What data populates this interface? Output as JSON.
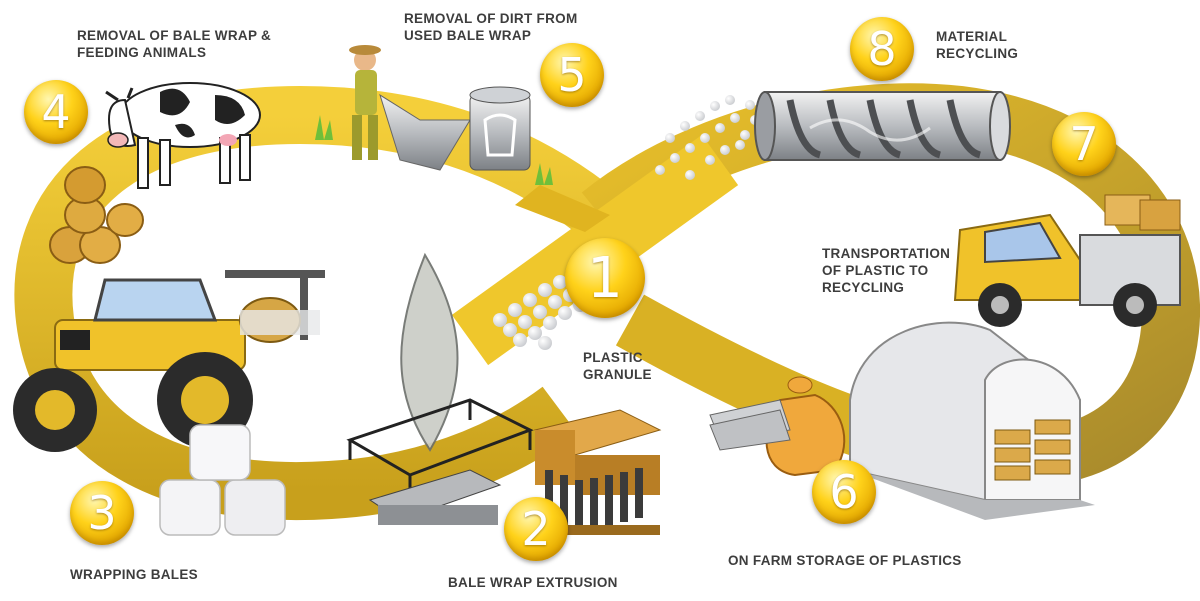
{
  "steps": [
    {
      "number": "1",
      "label": [
        "PLASTIC",
        "GRANULE"
      ]
    },
    {
      "number": "2",
      "label": [
        "BALE WRAP EXTRUSION"
      ]
    },
    {
      "number": "3",
      "label": [
        "WRAPPING BALES"
      ]
    },
    {
      "number": "4",
      "label": [
        "REMOVAL OF BALE WRAP &",
        "FEEDING ANIMALS"
      ]
    },
    {
      "number": "5",
      "label": [
        "REMOVAL OF DIRT FROM",
        "USED BALE WRAP"
      ]
    },
    {
      "number": "6",
      "label": [
        "ON FARM STORAGE OF PLASTICS"
      ]
    },
    {
      "number": "7",
      "label": [
        "TRANSPORTATION",
        "OF PLASTIC TO",
        "RECYCLING"
      ]
    },
    {
      "number": "8",
      "label": [
        "MATERIAL",
        "RECYCLING"
      ]
    }
  ],
  "colors": {
    "loop": "#e8b81e",
    "loop_dark": "#c29a1a",
    "badge": "#ffd21a",
    "text": "#3d3d3d"
  },
  "icons": [
    "cow-icon",
    "farmer-icon",
    "bin-icon",
    "screw-extruder-icon",
    "truck-icon",
    "storage-tunnel-icon",
    "sack-icon",
    "silo-icon",
    "pallet-icon",
    "tractor-icon",
    "hay-bale-icon",
    "wrapped-bale-icon",
    "granule-icon"
  ]
}
